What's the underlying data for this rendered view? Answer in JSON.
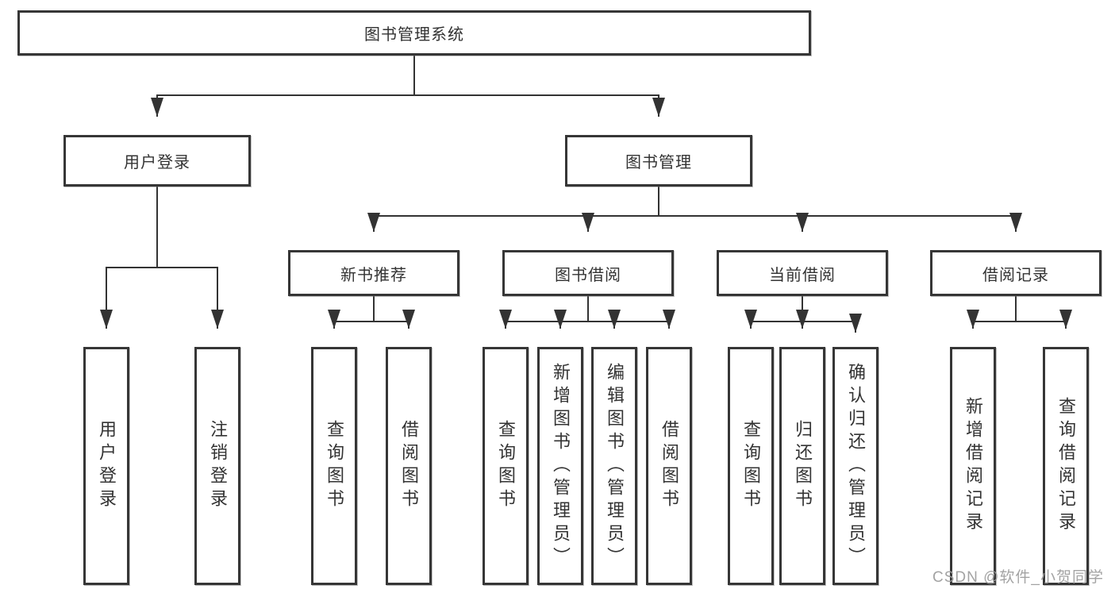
{
  "diagram": {
    "root": {
      "label": "图书管理系统"
    },
    "user_login": {
      "label": "用户登录",
      "children": [
        {
          "label": "用户登录"
        },
        {
          "label": "注销登录"
        }
      ]
    },
    "book_mgmt": {
      "label": "图书管理",
      "sections": [
        {
          "label": "新书推荐",
          "children": [
            {
              "label": "查询图书"
            },
            {
              "label": "借阅图书"
            }
          ]
        },
        {
          "label": "图书借阅",
          "children": [
            {
              "label": "查询图书"
            },
            {
              "label": "新增图书（管理员）"
            },
            {
              "label": "编辑图书（管理员）"
            },
            {
              "label": "借阅图书"
            }
          ]
        },
        {
          "label": "当前借阅",
          "children": [
            {
              "label": "查询图书"
            },
            {
              "label": "归还图书"
            },
            {
              "label": "确认归还（管理员）"
            }
          ]
        },
        {
          "label": "借阅记录",
          "children": [
            {
              "label": "新增借阅记录"
            },
            {
              "label": "查询借阅记录"
            }
          ]
        }
      ]
    }
  },
  "watermark": {
    "text": "CSDN @软件_小贺同学"
  },
  "colors": {
    "line": "#333333",
    "box_border": "#363636",
    "text": "#333333",
    "watermark": "#9e9e9e",
    "background": "#ffffff"
  }
}
